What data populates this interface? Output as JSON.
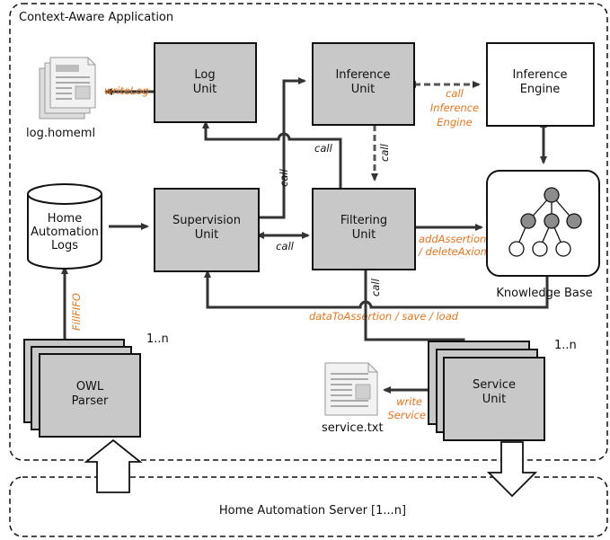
{
  "container_title": "Context-Aware Application",
  "server_label": "Home Automation Server [1...n]",
  "log_unit": {
    "line1": "Log",
    "line2": "Unit"
  },
  "inference_unit": {
    "line1": "Inference",
    "line2": "Unit"
  },
  "inference_engine": {
    "line1": "Inference",
    "line2": "Engine"
  },
  "supervision_unit": {
    "line1": "Supervision",
    "line2": "Unit"
  },
  "filtering_unit": {
    "line1": "Filtering",
    "line2": "Unit"
  },
  "knowledge_base": "Knowledge Base",
  "logs_db": {
    "line1": "Home",
    "line2": "Automation",
    "line3": "Logs"
  },
  "owl_parser": {
    "line1": "OWL",
    "line2": "Parser",
    "multiplicity": "1..n"
  },
  "service_unit": {
    "line1": "Service",
    "line2": "Unit",
    "multiplicity": "1..n"
  },
  "files": {
    "log": "log.homeml",
    "service": "service.txt"
  },
  "edges": {
    "write_log": "writeLog",
    "call_engine_1": "call",
    "call_engine_2": "Inference",
    "call_engine_3": "Engine",
    "call_inference_filtering": "call",
    "call_filtering_log": "call",
    "call_supervision_inference": "call",
    "call_supervision_filtering": "call",
    "call_filtering_service": "call",
    "add_assertion_1": "addAssertion",
    "add_assertion_2": "/ deleteAxiom",
    "fill_fifo": "FillFIFO",
    "data_to_assertion": "dataToAssertion / save / load",
    "write_service_1": "write",
    "write_service_2": "Service"
  },
  "colors": {
    "unit_fill": "#c8c8c8",
    "edge_label": "#e8731a",
    "line": "#333333"
  }
}
